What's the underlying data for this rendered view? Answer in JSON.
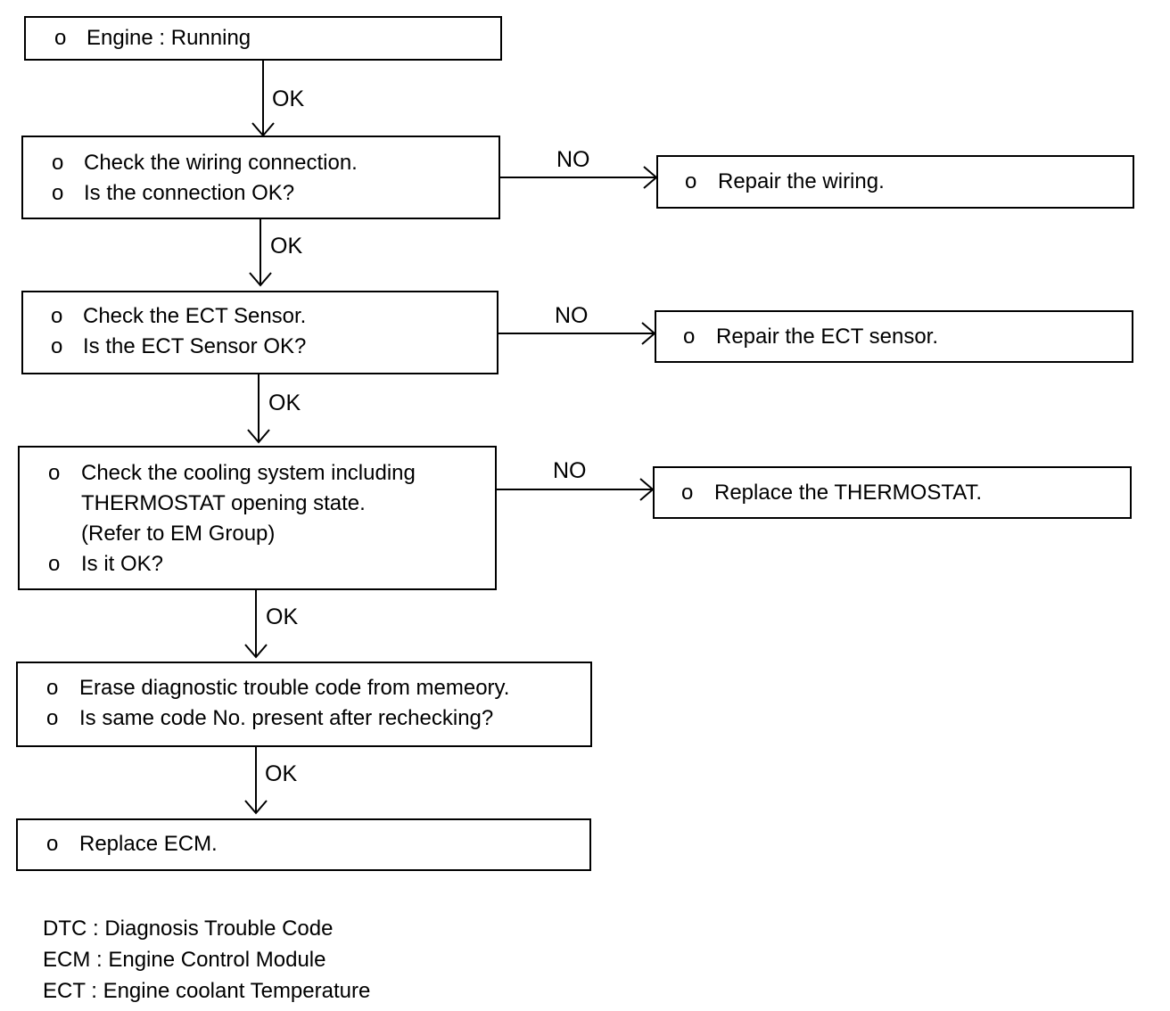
{
  "bullet": "o",
  "boxes": {
    "engine": {
      "lines": [
        "Engine : Running"
      ]
    },
    "wiring": {
      "lines": [
        "Check the wiring connection.",
        "Is the connection OK?"
      ]
    },
    "ect": {
      "lines": [
        "Check the ECT Sensor.",
        "Is the ECT Sensor OK?"
      ]
    },
    "cooling": {
      "lines": [
        "Check the cooling system including",
        "THERMOSTAT opening state.",
        "(Refer to EM Group)",
        "Is it OK?"
      ]
    },
    "erase": {
      "lines": [
        "Erase diagnostic trouble code from memeory.",
        "Is same code No. present after rechecking?"
      ]
    },
    "replace_ecm": {
      "lines": [
        "Replace ECM."
      ]
    },
    "repair_wiring": {
      "lines": [
        "Repair the wiring."
      ]
    },
    "repair_ect": {
      "lines": [
        "Repair the ECT sensor."
      ]
    },
    "replace_thermostat": {
      "lines": [
        "Replace the THERMOSTAT."
      ]
    }
  },
  "labels": {
    "ok": "OK",
    "no": "NO"
  },
  "legend": [
    "DTC : Diagnosis Trouble Code",
    "ECM : Engine Control Module",
    "ECT : Engine coolant Temperature"
  ]
}
